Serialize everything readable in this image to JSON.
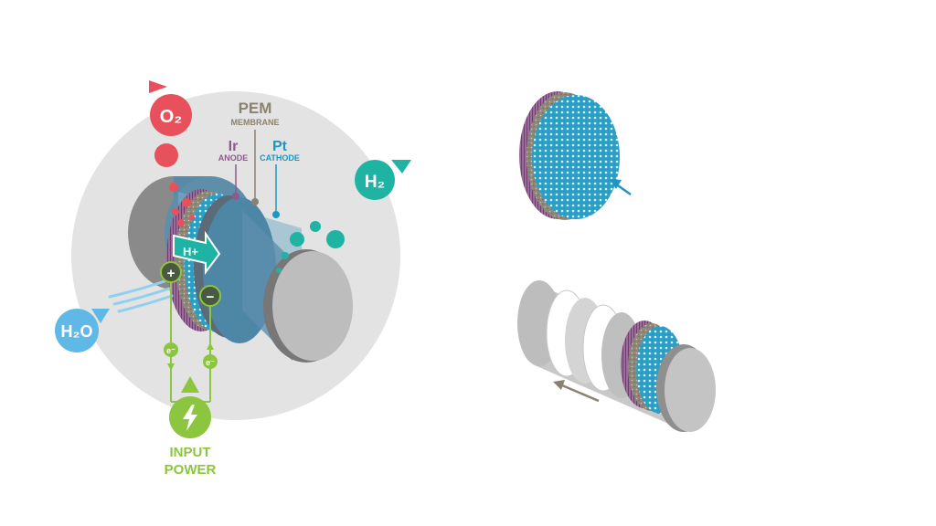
{
  "labels": {
    "o2": "O₂",
    "h2": "H₂",
    "h2o": "H₂O",
    "pem": "PEM",
    "membrane": "MEMBRANE",
    "ir": "Ir",
    "anode": "ANODE",
    "pt": "Pt",
    "cathode": "CATHODE",
    "hplus": "H+",
    "plus": "+",
    "minus": "−",
    "electron_left": "e⁻",
    "electron_right": "e⁻",
    "input_line1": "INPUT",
    "input_line2": "POWER"
  },
  "colors": {
    "oxygen": "#e8505b",
    "hydrogen": "#1fb3a4",
    "water": "#5fb8e6",
    "power": "#8cc63f",
    "pem": "#8a8270",
    "anode": "#8c5a8c",
    "cathode": "#1e96c0",
    "background_disc": "#e3e3e3"
  },
  "icons": [
    "lightning-bolt-icon",
    "arrow-up-icon",
    "arrow-left-icon",
    "arrow-diag-icon"
  ]
}
